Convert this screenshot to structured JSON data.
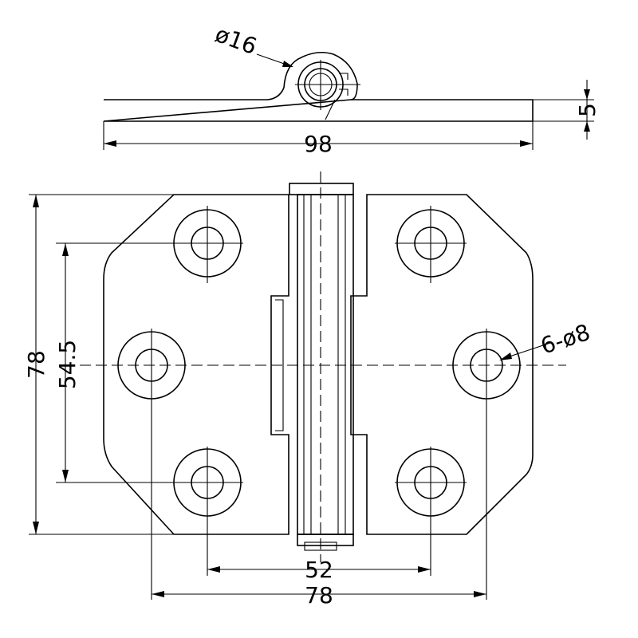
{
  "drawing": {
    "top_view": {
      "pin_diameter_label": "ø16",
      "thickness_label": "5",
      "length_label": "98"
    },
    "front_view": {
      "height_label": "78",
      "hole_row_spacing_label": "54.5",
      "holes_label": "6-ø8",
      "inner_hole_spacing_label": "52",
      "outer_hole_spacing_label": "78"
    }
  }
}
